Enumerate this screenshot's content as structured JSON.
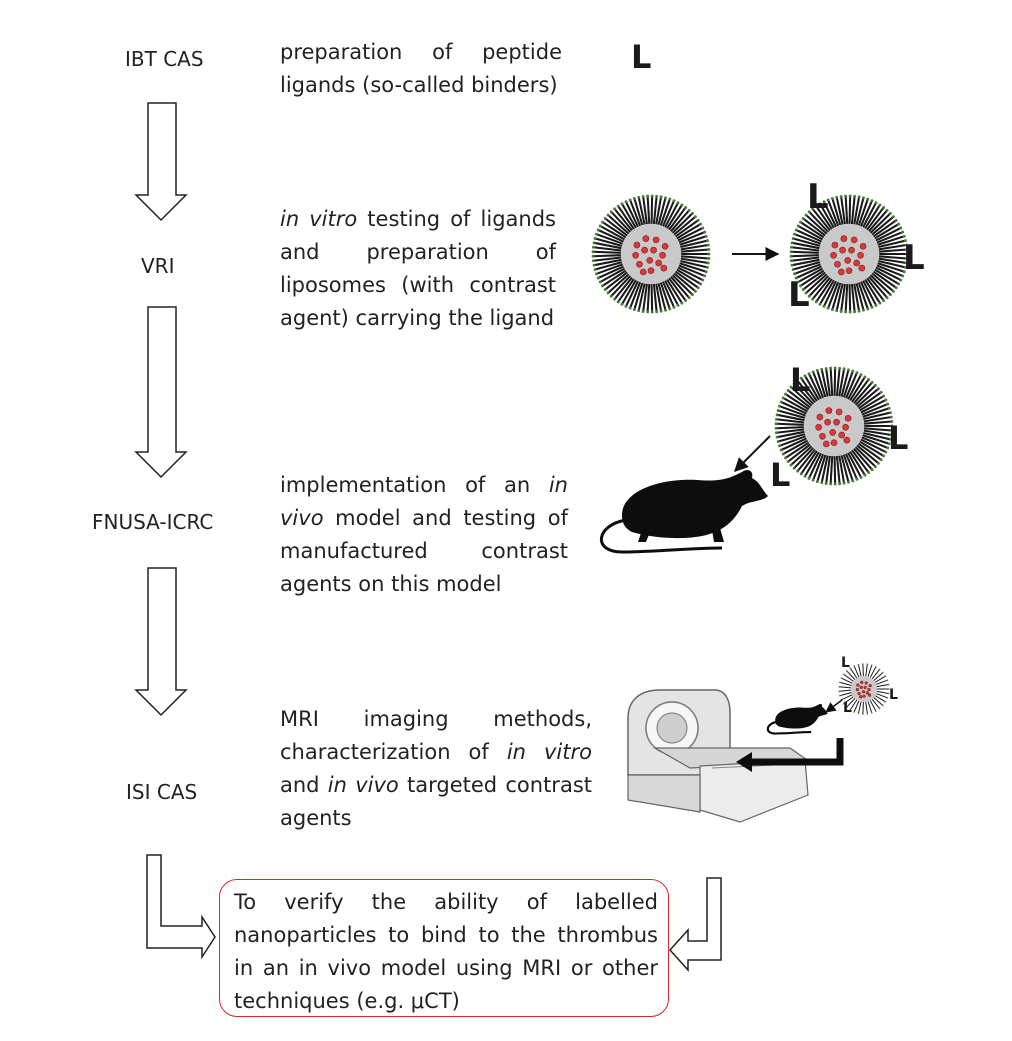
{
  "steps": [
    {
      "institution": "IBT CAS",
      "description": [
        {
          "text": "preparation of peptide ligands (so-called binders)",
          "italic": false
        }
      ]
    },
    {
      "institution": "VRI",
      "description": [
        {
          "text": "in vitro",
          "italic": true
        },
        {
          "text": " testing of ligands and preparation of liposomes (with contrast agent) carrying the ligand",
          "italic": false
        }
      ]
    },
    {
      "institution": "FNUSA-ICRC",
      "description": [
        {
          "text": "implementation of an ",
          "italic": false
        },
        {
          "text": "in vivo",
          "italic": true
        },
        {
          "text": " model and testing of manufactured contrast agents on this model",
          "italic": false
        }
      ]
    },
    {
      "institution": "ISI CAS",
      "description": [
        {
          "text": "MRI imaging methods, characterization of ",
          "italic": false
        },
        {
          "text": "in vitro",
          "italic": true
        },
        {
          "text": " and ",
          "italic": false
        },
        {
          "text": "in vivo",
          "italic": true
        },
        {
          "text": " targeted contrast agents",
          "italic": false
        }
      ]
    }
  ],
  "ligand_symbol": "L",
  "conclusion": "To verify the ability of labelled nanoparticles to bind to the thrombus in an in vivo model using MRI or other techniques (e.g. μCT)",
  "colors": {
    "conclusion_border": "#d62a2a",
    "liposome_core": "#c9c9c9",
    "contrast_dot": "#d63a3a",
    "lipid_tail": "#1a1a1a",
    "lipid_head": "#4a7a3a",
    "mouse": "#0d0d0d"
  },
  "icons": [
    "hollow-down-arrow-icon",
    "liposome-icon",
    "ligand-liposome-icon",
    "mouse-icon",
    "mri-scanner-icon",
    "hollow-bend-arrow-icon"
  ]
}
